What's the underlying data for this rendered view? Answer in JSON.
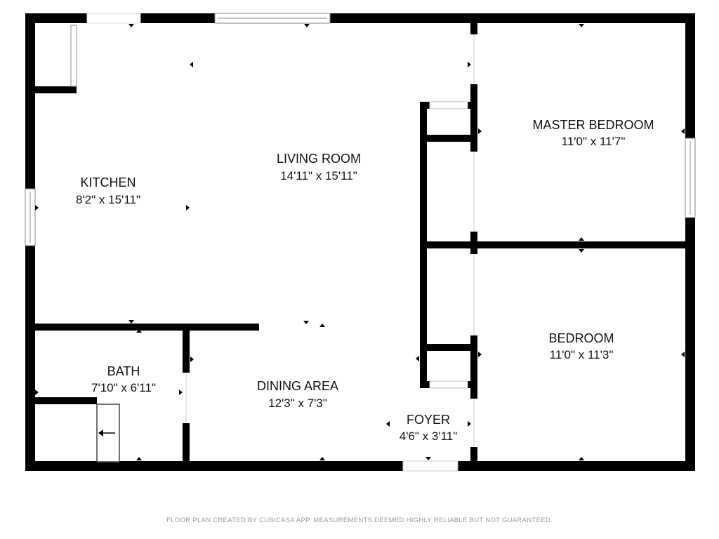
{
  "plan": {
    "wall_color": "#000000",
    "window_fill": "#ffffff",
    "window_stroke": "#888888",
    "rooms": [
      {
        "id": "kitchen",
        "name": "KITCHEN",
        "dims": "8'2\" x 15'11\""
      },
      {
        "id": "living-room",
        "name": "LIVING ROOM",
        "dims": "14'11\" x 15'11\""
      },
      {
        "id": "master-bedroom",
        "name": "MASTER BEDROOM",
        "dims": "11'0\" x 11'7\""
      },
      {
        "id": "bedroom",
        "name": "BEDROOM",
        "dims": "11'0\" x 11'3\""
      },
      {
        "id": "bath",
        "name": "BATH",
        "dims": "7'10\" x 6'11\""
      },
      {
        "id": "dining-area",
        "name": "DINING AREA",
        "dims": "12'3\" x 7'3\""
      },
      {
        "id": "foyer",
        "name": "FOYER",
        "dims": "4'6\" x 3'11\""
      }
    ]
  },
  "footer": {
    "text": "FLOOR PLAN CREATED BY CUBICASA APP. MEASUREMENTS DEEMED HIGHLY RELIABLE BUT NOT GUARANTEED."
  }
}
